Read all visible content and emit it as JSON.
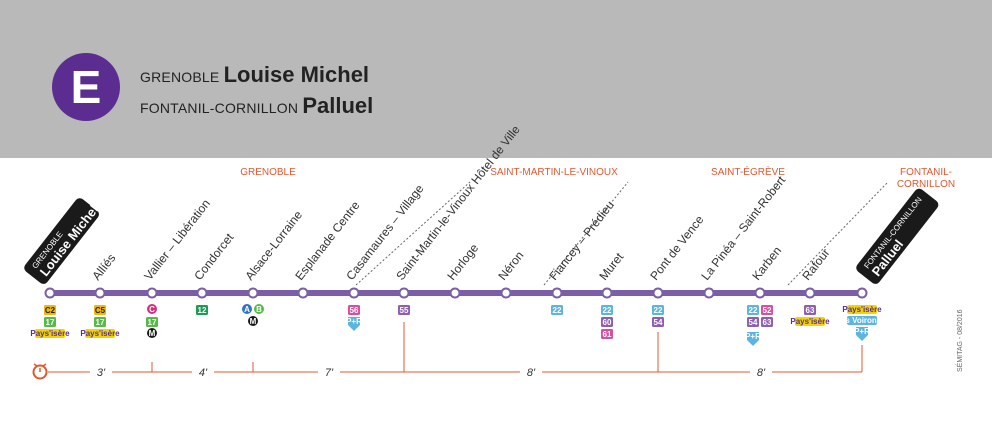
{
  "line": {
    "letter": "E",
    "color": "#5b2d90"
  },
  "header": {
    "origin_city": "GRENOBLE",
    "origin_stop": "Louise Michel",
    "dest_city": "FONTANIL-CORNILLON",
    "dest_stop": "Palluel"
  },
  "zones": [
    "GRENOBLE",
    "SAINT-MARTIN-LE-VINOUX",
    "SAINT-ÉGRÈVE",
    "FONTANIL-",
    "CORNILLON"
  ],
  "terminus_left": {
    "city": "GRENOBLE",
    "stop": "Louise Michel"
  },
  "terminus_right": {
    "city": "FONTANIL-CORNILLON",
    "stop": "Palluel"
  },
  "stops": [
    {
      "name": "Allíés",
      "connections": [
        "C5",
        "17",
        "Pays'isère"
      ]
    },
    {
      "name": "Vallier – Libération",
      "connections": [
        "C",
        "17",
        "M"
      ]
    },
    {
      "name": "Condorcet",
      "connections": [
        "12"
      ]
    },
    {
      "name": "Alsace-Lorraine",
      "connections": [
        "A",
        "B",
        "M"
      ]
    },
    {
      "name": "Esplanade Centre",
      "connections": []
    },
    {
      "name": "Casamaures – Village",
      "connections": [
        "56",
        "P+R"
      ]
    },
    {
      "name": "Saint-Martin-le-Vinoux Hôtel de Ville",
      "connections": [
        "55"
      ]
    },
    {
      "name": "Horloge",
      "connections": []
    },
    {
      "name": "Néron",
      "connections": []
    },
    {
      "name": "Fiancey – Prédieu",
      "connections": [
        "22"
      ]
    },
    {
      "name": "Muret",
      "connections": [
        "22",
        "60",
        "61"
      ]
    },
    {
      "name": "Pont de Vence",
      "connections": [
        "22",
        "54"
      ]
    },
    {
      "name": "La Pinéa – Saint-Robert",
      "connections": []
    },
    {
      "name": "Karben",
      "connections": [
        "22",
        "52",
        "54",
        "63",
        "P+R"
      ]
    },
    {
      "name": "Rafour",
      "connections": [
        "63",
        "Pays'isère"
      ]
    }
  ],
  "first_stop_connections": [
    "C2",
    "17",
    "Pays'isère"
  ],
  "last_stop_connections": [
    "Pays'isère",
    "Pays Voironnais",
    "P+R"
  ],
  "times": [
    "3'",
    "4'",
    "7'",
    "8'",
    "8'"
  ],
  "credit": "SÉMITAG - 08/2016",
  "colors": {
    "zone": "#e4572e",
    "line": "#7b5ea7",
    "header_bg": "#b9b9b9",
    "terminus_bg": "#1a1a1a"
  }
}
